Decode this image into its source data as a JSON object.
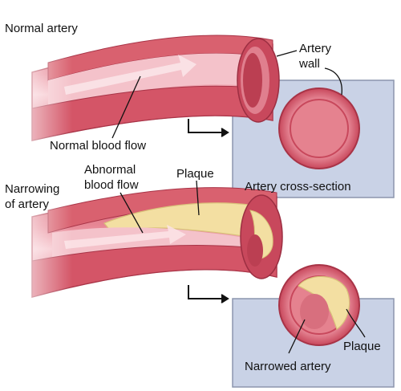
{
  "labels": {
    "normal_artery": "Normal artery",
    "artery_wall_line1": "Artery",
    "artery_wall_line2": "wall",
    "normal_blood_flow": "Normal blood flow",
    "artery_cross_section": "Artery cross-section",
    "narrowing_line1": "Narrowing",
    "narrowing_line2": "of artery",
    "abnormal_line1": "Abnormal",
    "abnormal_line2": "blood flow",
    "plaque_top": "Plaque",
    "plaque_bottom": "Plaque",
    "narrowed_artery": "Narrowed artery"
  },
  "colors": {
    "artery_outer": "#c8485c",
    "artery_mid": "#e07a8a",
    "artery_light": "#f3b9c2",
    "artery_lumen": "#f7d3d9",
    "plaque": "#f3dfa2",
    "plaque_edge": "#d9c27a",
    "panel_bg": "#c9d2e6",
    "panel_border": "#8c95ad",
    "line": "#111111"
  }
}
